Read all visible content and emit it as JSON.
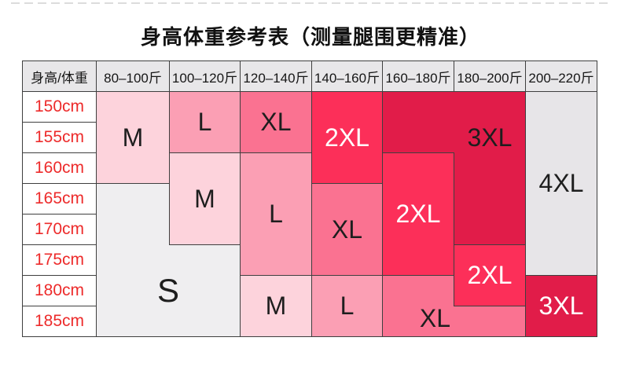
{
  "page": {
    "title": "身高体重参考表（测量腿围更精准）"
  },
  "chart_data": {
    "type": "heatmap",
    "title": "身高体重参考表（测量腿围更精准）",
    "col_headers": [
      "身高/体重",
      "80–100斤",
      "100–120斤",
      "120–140斤",
      "140–160斤",
      "160–180斤",
      "180–200斤",
      "200–220斤"
    ],
    "row_headers": [
      "150cm",
      "155cm",
      "160cm",
      "165cm",
      "170cm",
      "175cm",
      "180cm",
      "185cm"
    ],
    "matrix": [
      [
        "M",
        "L",
        "XL",
        "2XL",
        "3XL",
        "3XL",
        "4XL"
      ],
      [
        "M",
        "L",
        "XL",
        "2XL",
        "3XL",
        "3XL",
        "4XL"
      ],
      [
        "M",
        "M",
        "L",
        "2XL",
        "2XL",
        "3XL",
        "4XL"
      ],
      [
        "S",
        "M",
        "L",
        "XL",
        "2XL",
        "3XL",
        "4XL"
      ],
      [
        "S",
        "M",
        "L",
        "XL",
        "2XL",
        "3XL",
        "4XL"
      ],
      [
        "S",
        "S",
        "L",
        "XL",
        "2XL",
        "2XL",
        "4XL"
      ],
      [
        "S",
        "S",
        "M",
        "L",
        "XL",
        "2XL",
        "3XL"
      ],
      [
        "S",
        "S",
        "M",
        "L",
        "XL",
        "XL",
        "3XL"
      ]
    ]
  },
  "table": {
    "header": {
      "cols": [
        "身高/体重",
        "80–100斤",
        "100–120斤",
        "120–140斤",
        "140–160斤",
        "160–180斤",
        "180–200斤",
        "200–220斤"
      ]
    },
    "heights": [
      "150cm",
      "155cm",
      "160cm",
      "165cm",
      "170cm",
      "175cm",
      "180cm",
      "185cm"
    ],
    "regions": [
      {
        "label": "M"
      },
      {
        "label": "L"
      },
      {
        "label": "XL"
      },
      {
        "label": "2XL"
      },
      {
        "label": "3XL"
      },
      {
        "label": "4XL"
      },
      {
        "label": "M"
      },
      {
        "label": "L"
      },
      {
        "label": "XL"
      },
      {
        "label": "2XL"
      },
      {
        "label": "2XL"
      },
      {
        "label": "S"
      },
      {
        "label": "M"
      },
      {
        "label": "L"
      },
      {
        "label": "XL"
      },
      {
        "label": "3XL"
      }
    ],
    "colors": {
      "header_bg": "#e8e7e9",
      "height_text": "#ed2b2b",
      "m": "#fdd3dc",
      "l": "#fb9fb4",
      "xl": "#fa7291",
      "xxl": "#fc2f59",
      "xxxl": "#e11c49",
      "gray_4xl": "#e7e5e8",
      "gray_s": "#efeef0",
      "border": "#3f3f3f",
      "title_text": "#111111"
    }
  }
}
